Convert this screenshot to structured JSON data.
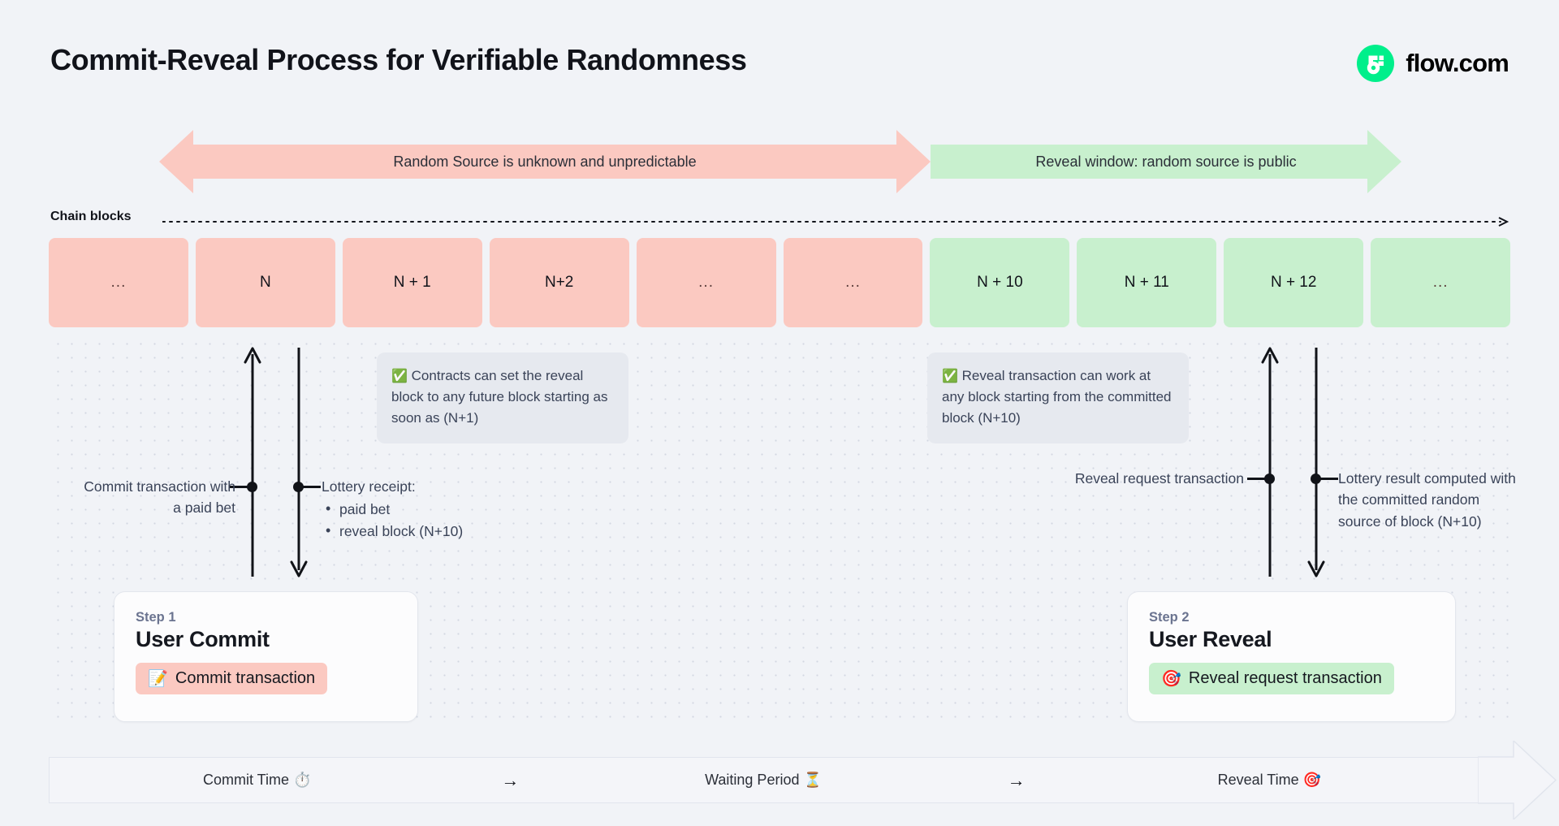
{
  "header": {
    "title": "Commit-Reveal Process for Verifiable Randomness",
    "brand_name": "flow.com",
    "brand_color": "#00ef8b",
    "logo_icon": "flow-logo-icon"
  },
  "banners": {
    "unpredictable": {
      "label": "Random Source is unknown and unpredictable",
      "color": "#fbc9c1",
      "direction": "double"
    },
    "reveal_window": {
      "label": "Reveal window: random source is public",
      "color": "#c8f0ce",
      "direction": "right"
    }
  },
  "chain": {
    "label": "Chain blocks",
    "blocks": [
      {
        "label": "...",
        "state": "pink"
      },
      {
        "label": "N",
        "state": "pink"
      },
      {
        "label": "N + 1",
        "state": "pink"
      },
      {
        "label": "N+2",
        "state": "pink"
      },
      {
        "label": "...",
        "state": "pink"
      },
      {
        "label": "...",
        "state": "pink"
      },
      {
        "label": "N + 10",
        "state": "green"
      },
      {
        "label": "N + 11",
        "state": "green"
      },
      {
        "label": "N + 12",
        "state": "green"
      },
      {
        "label": "...",
        "state": "green"
      }
    ],
    "colors": {
      "pink": "#fbc9c1",
      "green": "#c8f0ce"
    }
  },
  "callouts": {
    "contracts": {
      "icon": "white-check-mark",
      "text": "Contracts can set the reveal block to any future block starting as soon as (N+1)"
    },
    "reveal": {
      "icon": "white-check-mark",
      "text": "Reveal transaction can work at any block starting from the committed block (N+10)"
    }
  },
  "annotations": {
    "commit_transaction": "Commit transaction with a paid bet",
    "lottery_receipt": {
      "title": "Lottery receipt:",
      "items": [
        "paid bet",
        "reveal block (N+10)"
      ]
    },
    "reveal_request": "Reveal request transaction",
    "lottery_result": "Lottery result computed with the committed random source of block (N+10)"
  },
  "steps": [
    {
      "eyebrow": "Step 1",
      "title": "User Commit",
      "pill_label": "Commit transaction",
      "pill_icon": "memo",
      "pill_color": "#fbc9c1"
    },
    {
      "eyebrow": "Step 2",
      "title": "User Reveal",
      "pill_label": "Reveal request transaction",
      "pill_icon": "direct-hit",
      "pill_color": "#c8f0ce"
    }
  ],
  "timeline": {
    "segments": [
      {
        "label": "Commit Time ⏱️"
      },
      {
        "label": "Waiting Period ⏳"
      },
      {
        "label": "Reveal Time 🎯"
      }
    ],
    "separator": "→"
  }
}
